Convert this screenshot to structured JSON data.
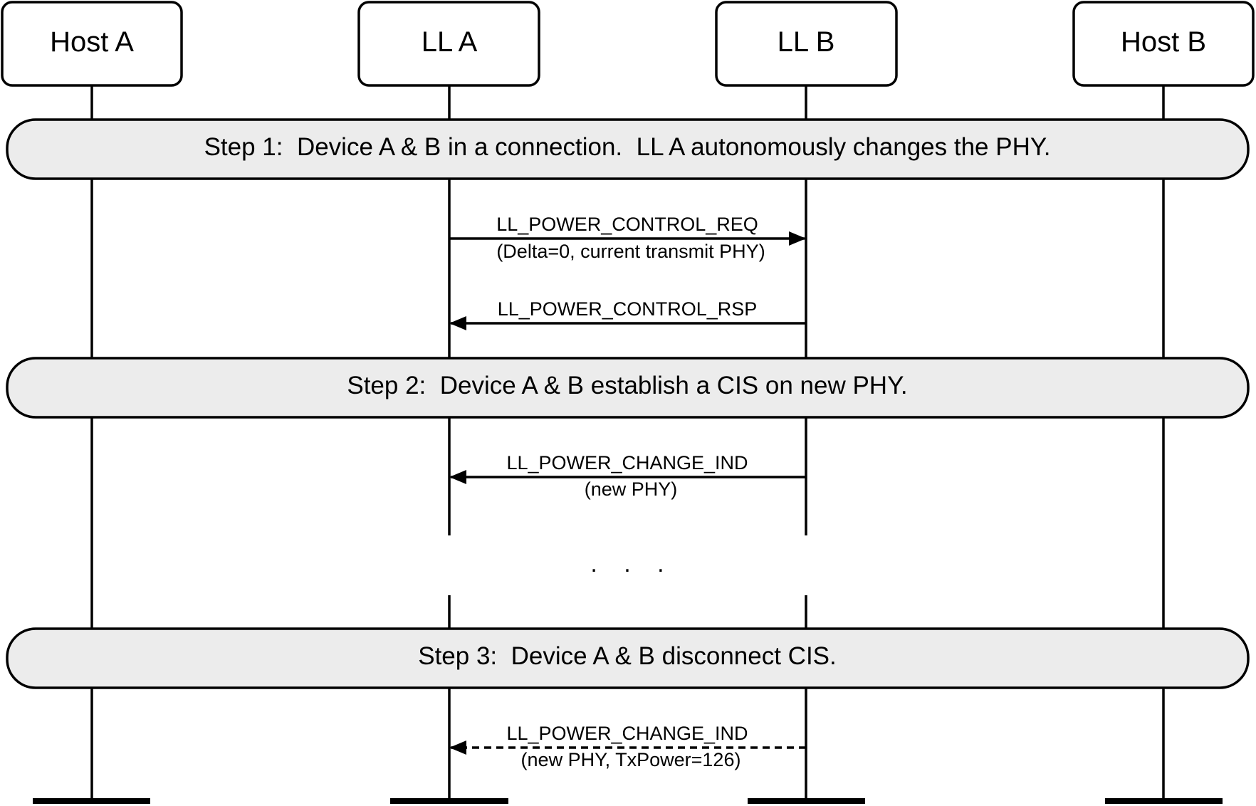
{
  "actors": [
    {
      "label": "Host A"
    },
    {
      "label": "LL A"
    },
    {
      "label": "LL B"
    },
    {
      "label": "Host B"
    }
  ],
  "steps": [
    {
      "label": "Step 1:  Device A & B in a connection.  LL A autonomously changes the PHY."
    },
    {
      "label": "Step 2:  Device A & B establish a CIS on new PHY."
    },
    {
      "label": "Step 3:  Device A & B disconnect CIS."
    }
  ],
  "messages": [
    {
      "label": "LL_POWER_CONTROL_REQ",
      "sublabel": "(Delta=0, current transmit PHY)",
      "from": "LL A",
      "to": "LL B",
      "style": "solid"
    },
    {
      "label": "LL_POWER_CONTROL_RSP",
      "sublabel": "",
      "from": "LL B",
      "to": "LL A",
      "style": "solid"
    },
    {
      "label": "LL_POWER_CHANGE_IND",
      "sublabel": "(new PHY)",
      "from": "LL B",
      "to": "LL A",
      "style": "solid"
    },
    {
      "label": "LL_POWER_CHANGE_IND",
      "sublabel": "(new PHY, TxPower=126)",
      "from": "LL B",
      "to": "LL A",
      "style": "dashed"
    }
  ],
  "continuation": ". . ."
}
